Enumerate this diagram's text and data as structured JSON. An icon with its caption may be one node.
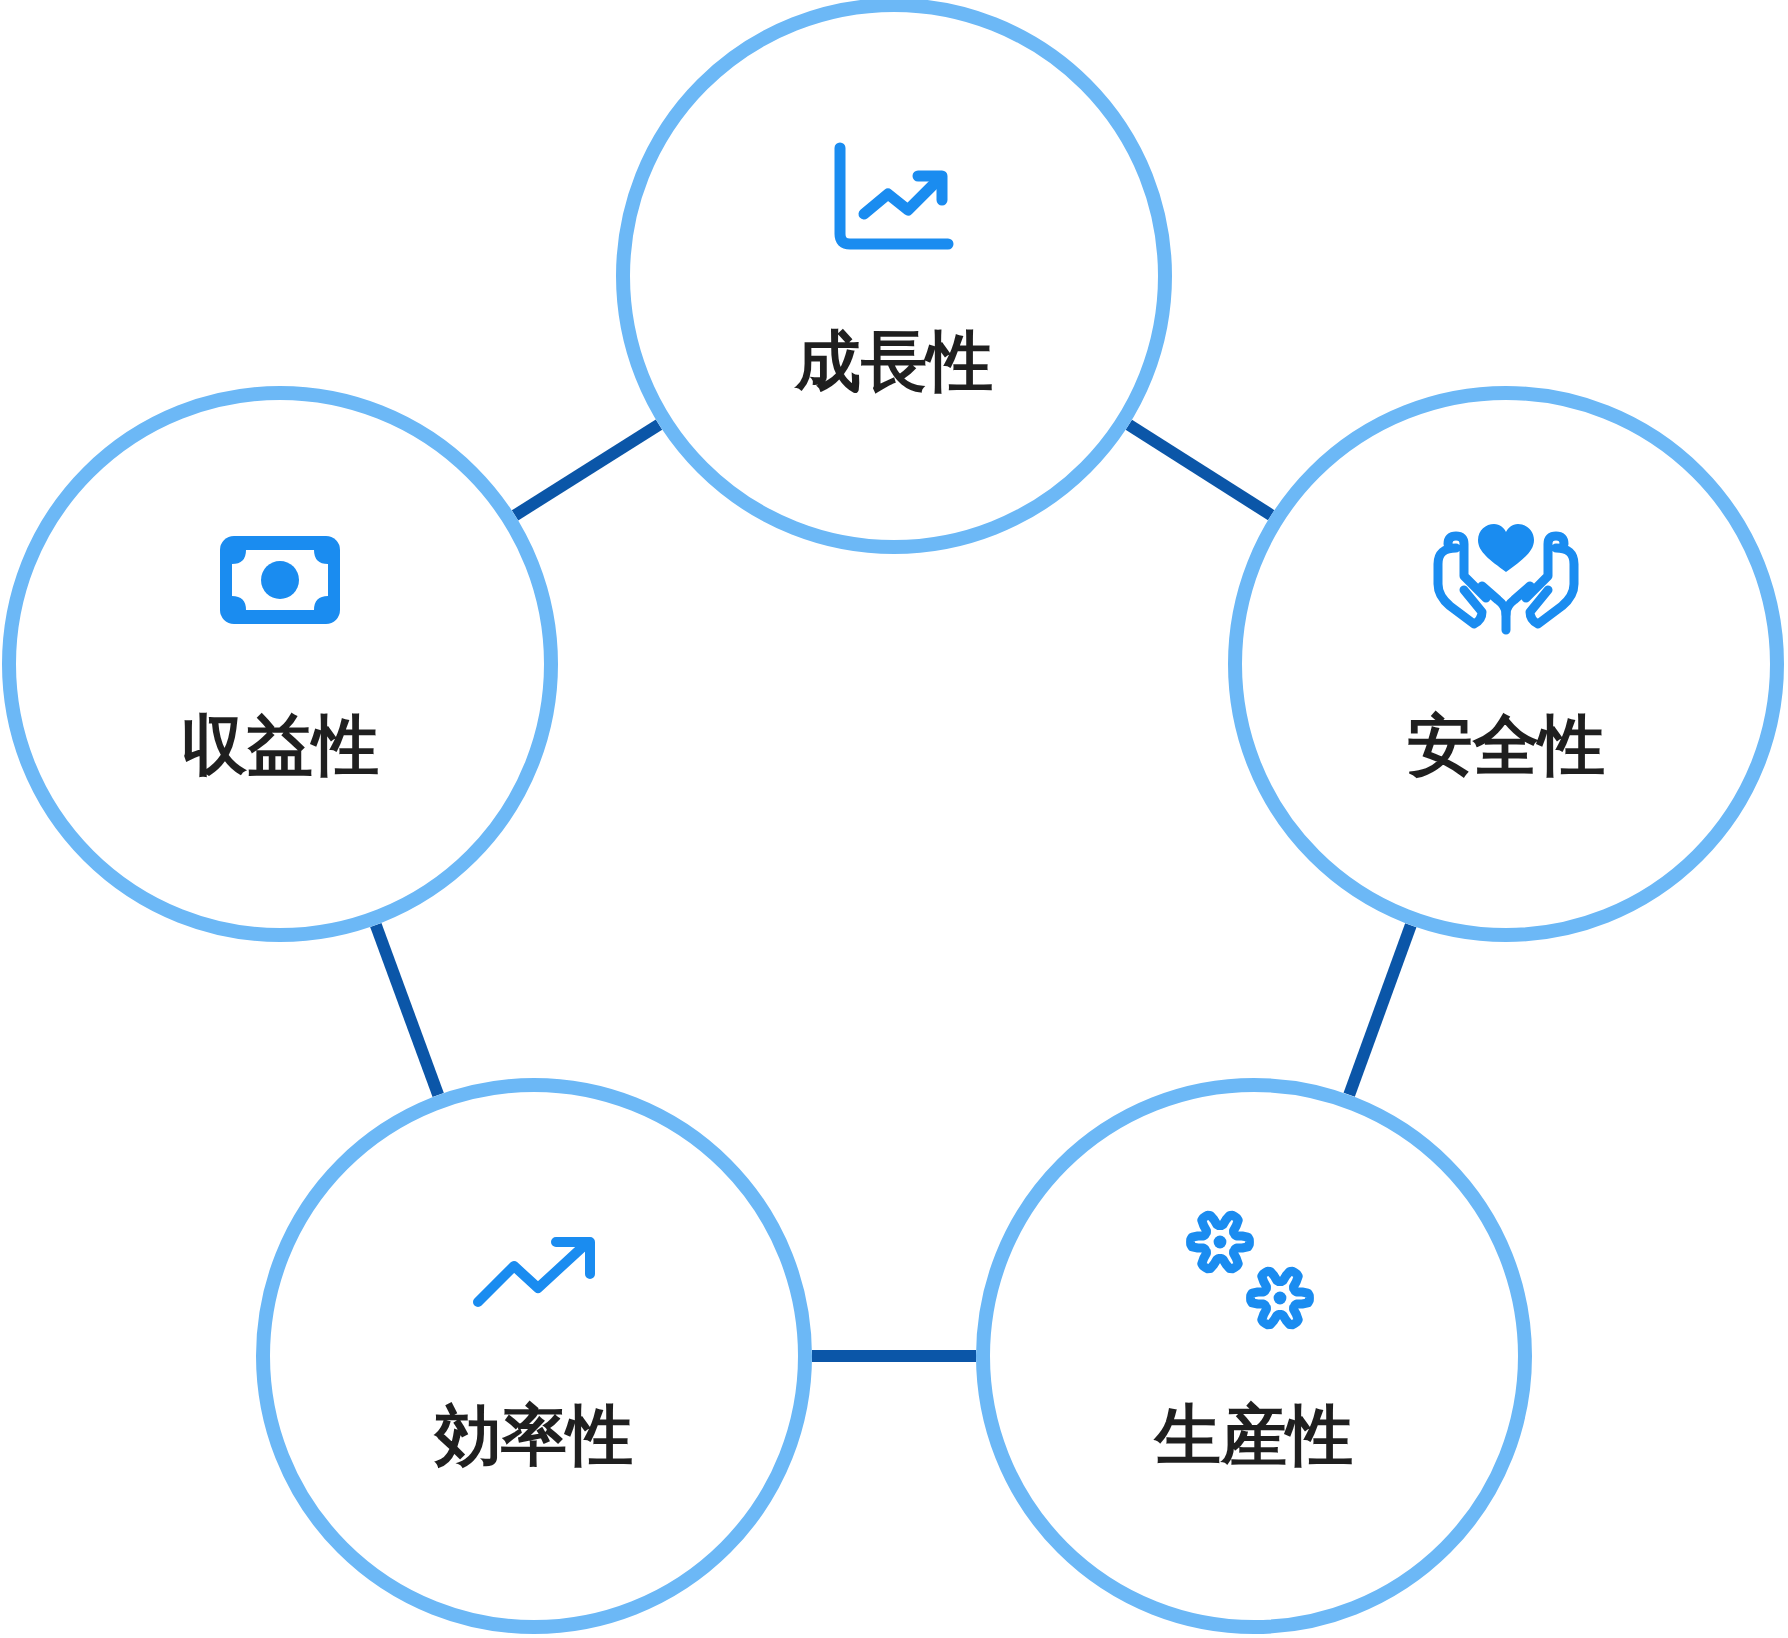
{
  "diagram": {
    "nodes": [
      {
        "text": [
          "成長性"
        ]
      },
      {
        "text": [
          "収益性"
        ]
      },
      {
        "text": [
          "安全性"
        ]
      },
      {
        "text": [
          "効率性"
        ]
      },
      {
        "text": [
          "生産性"
        ]
      }
    ],
    "edges": [
      {
        "from": 0,
        "to": 2,
        "arrow": "none"
      },
      {
        "from": 2,
        "to": 4,
        "arrow": "none"
      },
      {
        "from": 4,
        "to": 3,
        "arrow": "none"
      },
      {
        "from": 3,
        "to": 1,
        "arrow": "none"
      },
      {
        "from": 1,
        "to": 0,
        "arrow": "none"
      }
    ]
  }
}
